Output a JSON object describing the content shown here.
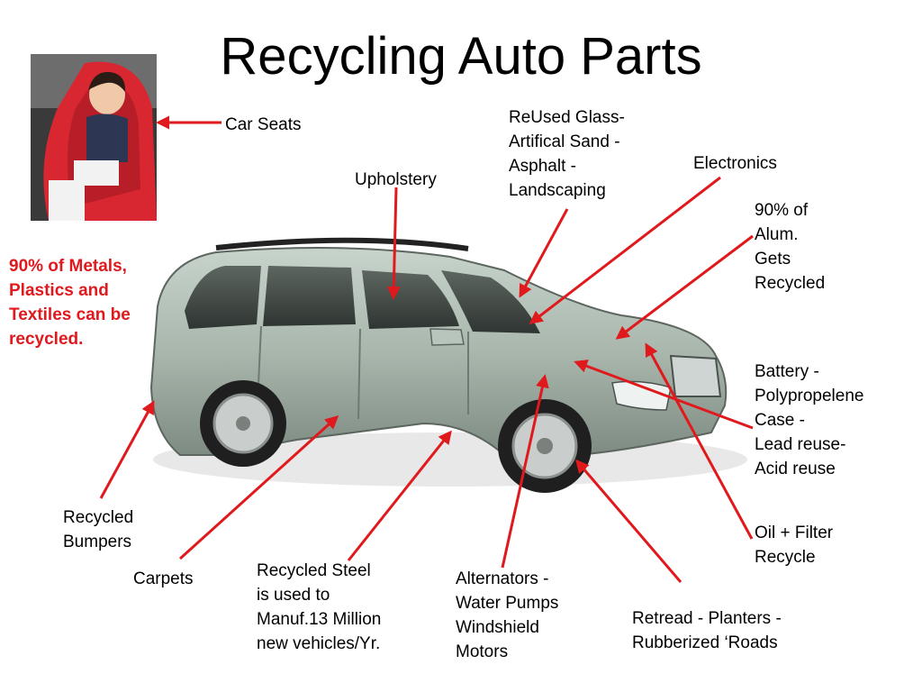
{
  "title": "Recycling Auto Parts",
  "note": "90% of Metals, Plastics and Textiles can be recycled.",
  "labels": {
    "car_seats": "Car Seats",
    "upholstery": "Upholstery",
    "glass": "ReUsed Glass-\nArtifical Sand -\nAsphalt -\nLandscaping",
    "electronics": "Electronics",
    "aluminum": "90% of\nAlum.\nGets\nRecycled",
    "battery": "Battery -\nPolypropelene\nCase       -\nLead reuse-\nAcid reuse",
    "oil_filter": "Oil + Filter\nRecycle",
    "bumpers": "Recycled\nBumpers",
    "carpets": "Carpets",
    "steel": "Recycled Steel\nis used to\nManuf.13 Million\nnew vehicles/Yr.",
    "alternators": "Alternators -\nWater Pumps\nWindshield\nMotors",
    "retread": "Retread - Planters -\nRubberized ‘Roads"
  },
  "colors": {
    "arrow": "#e0191d",
    "note": "#e0191d",
    "car_body": "#a9b7ad"
  }
}
